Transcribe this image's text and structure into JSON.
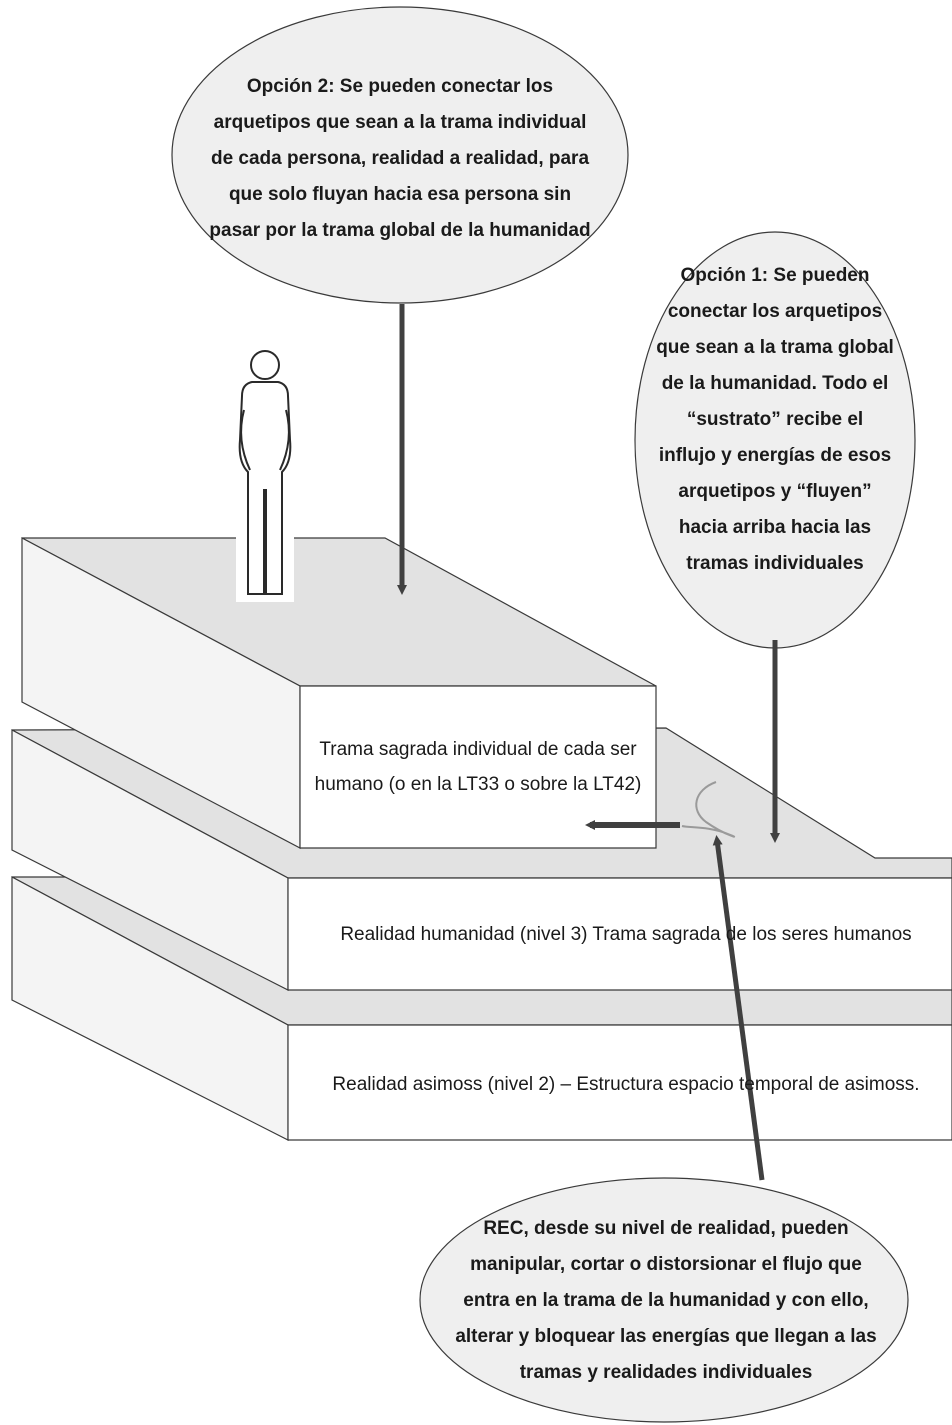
{
  "bubbles": {
    "option2": "Opción 2: Se pueden conectar los arquetipos que sean a la trama individual de cada persona, realidad a realidad, para que solo fluyan hacia esa persona sin pasar por la trama global de la humanidad",
    "option1": "Opción 1: Se pueden conectar los arquetipos que sean a la trama global de la humanidad. Todo el “sustrato” recibe el influjo y energías de esos arquetipos y “fluyen” hacia arriba hacia las tramas individuales",
    "rec": "REC, desde su nivel de realidad, pueden manipular, cortar o distorsionar el flujo que entra en la trama de la humanidad y con ello, alterar y bloquear las energías que llegan a las tramas y realidades individuales"
  },
  "blocks": {
    "individual": "Trama sagrada individual de cada ser humano (o en la LT33 o sobre la LT42)",
    "humanity": "Realidad humanidad (nivel 3) Trama sagrada de los seres humanos",
    "asimoss": "Realidad asimoss (nivel 2) – Estructura espacio temporal de asimoss."
  },
  "colors": {
    "block_top": "#e2e2e2",
    "block_side": "#f4f4f4",
    "block_front": "#ffffff",
    "bubble_fill": "#efefef",
    "outline": "#3a3a3a",
    "arrow": "#404040"
  }
}
